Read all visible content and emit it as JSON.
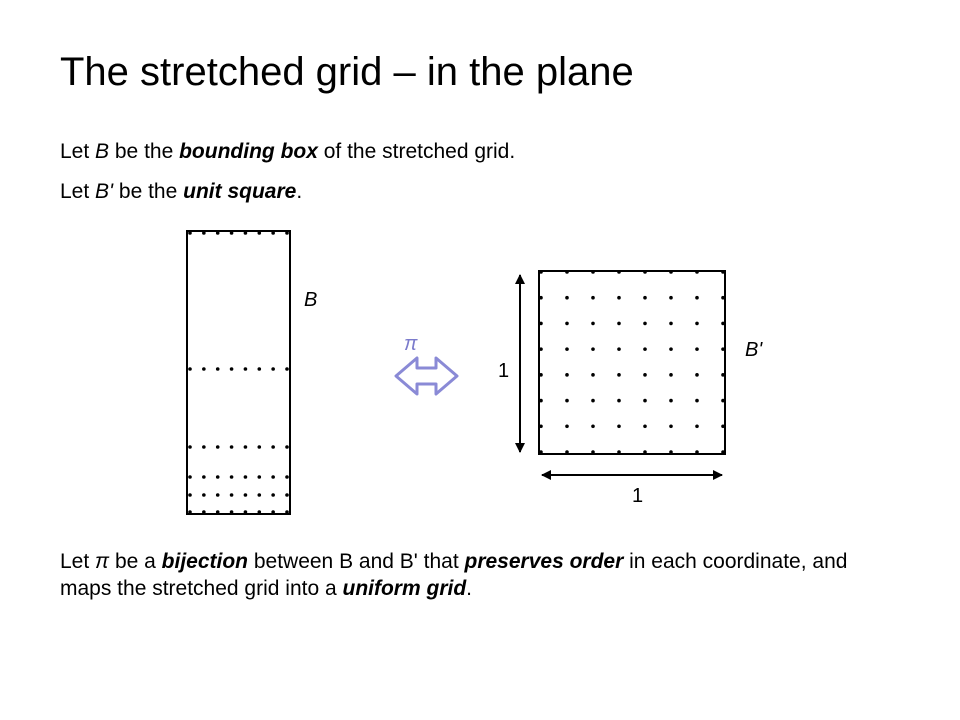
{
  "slide": {
    "title": "The stretched grid – in the plane",
    "line1": {
      "p1": "Let ",
      "p2": "B",
      "p3": " be the ",
      "p4": "bounding box",
      "p5": " of the stretched grid."
    },
    "line2": {
      "p1": "Let ",
      "p2": "B'",
      "p3": " be the ",
      "p4": "unit square",
      "p5": "."
    },
    "bottom": {
      "p1": "Let ",
      "p2": "π",
      "p3": " be a ",
      "p4": "bijection",
      "p5": " between B and B' that ",
      "p6": "preserves order",
      "p7": " in each coordinate, and maps the stretched grid into a ",
      "p8": "uniform grid",
      "p9": "."
    }
  },
  "diagram": {
    "label_b": "B",
    "label_pi": "π",
    "label_bprime": "B'",
    "label_height": "1",
    "label_width": "1",
    "pi_color": "#7b7bcc",
    "arrow_fill": "#ffffff",
    "arrow_stroke": "#8a8ad6",
    "stretched_grid": {
      "columns": 8,
      "rows": 6
    },
    "uniform_grid": {
      "columns": 8,
      "rows": 8
    }
  }
}
